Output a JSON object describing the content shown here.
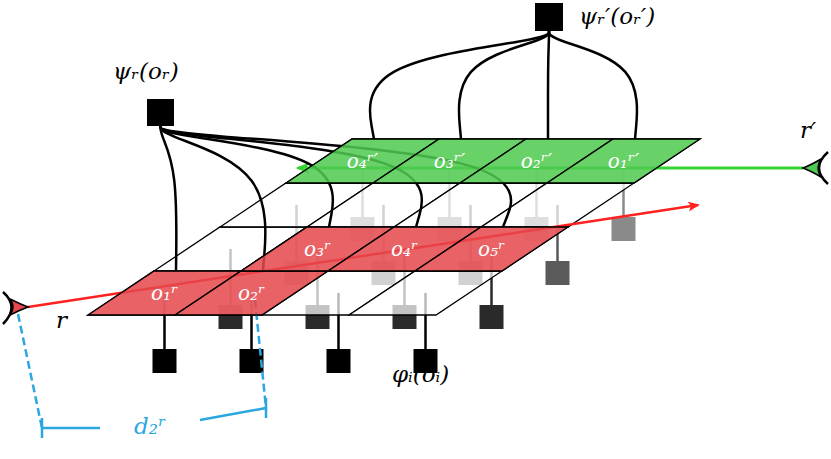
{
  "diagram": {
    "nodes": [
      {
        "text": [
          "ψᵣ(oᵣ)"
        ]
      },
      {
        "text": [
          "ψᵣ′(oᵣ′)"
        ]
      },
      {
        "text": [
          "o₁ʳ"
        ]
      },
      {
        "text": [
          "o₂ʳ"
        ]
      },
      {
        "text": [
          "o₃ʳ"
        ]
      },
      {
        "text": [
          "o₄ʳ"
        ]
      },
      {
        "text": [
          "o₅ʳ"
        ]
      },
      {
        "text": [
          "o₄ʳ′"
        ]
      },
      {
        "text": [
          "o₃ʳ′"
        ]
      },
      {
        "text": [
          "o₂ʳ′"
        ]
      },
      {
        "text": [
          "o₁ʳ′"
        ]
      }
    ],
    "edges": [
      {
        "from": 0,
        "to": 2,
        "arrow": "none"
      },
      {
        "from": 0,
        "to": 3,
        "arrow": "none"
      },
      {
        "from": 0,
        "to": 4,
        "arrow": "none"
      },
      {
        "from": 0,
        "to": 5,
        "arrow": "none"
      },
      {
        "from": 0,
        "to": 6,
        "arrow": "none"
      },
      {
        "from": 1,
        "to": 7,
        "arrow": "none"
      },
      {
        "from": 1,
        "to": 8,
        "arrow": "none"
      },
      {
        "from": 1,
        "to": 9,
        "arrow": "none"
      },
      {
        "from": 1,
        "to": 10,
        "arrow": "none"
      }
    ],
    "labels": [
      "r",
      "r′",
      "φᵢ(oᵢ)",
      "d₂ʳ"
    ]
  }
}
